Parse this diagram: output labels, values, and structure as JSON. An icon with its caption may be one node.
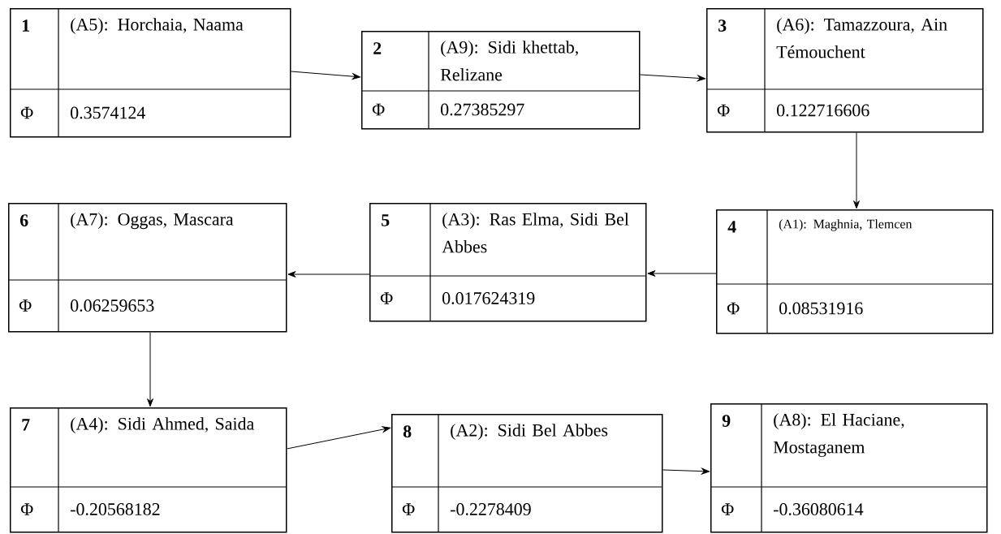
{
  "diagram": {
    "nodes": [
      {
        "text": [
          "1",
          "(A5): Horchaia, Naama",
          "Φ",
          "0.3574124"
        ]
      },
      {
        "text": [
          "2",
          "(A9): Sidi khettab, Relizane",
          "Φ",
          "0.27385297"
        ]
      },
      {
        "text": [
          "3",
          "(A6): Tamazzoura, Ain Témouchent",
          "Φ",
          "0.122716606"
        ]
      },
      {
        "text": [
          "4",
          "(A1): Maghnia, Tlemcen",
          "Φ",
          "0.08531916"
        ]
      },
      {
        "text": [
          "5",
          "(A3): Ras Elma, Sidi Bel Abbes",
          "Φ",
          "0.017624319"
        ]
      },
      {
        "text": [
          "6",
          "(A7): Oggas, Mascara",
          "Φ",
          "0.06259653"
        ]
      },
      {
        "text": [
          "7",
          "(A4): Sidi Ahmed, Saida",
          "Φ",
          "-0.20568182"
        ]
      },
      {
        "text": [
          "8",
          "(A2): Sidi Bel Abbes",
          "Φ",
          "-0.2278409"
        ]
      },
      {
        "text": [
          "9",
          "(A8): El Haciane, Mostaganem",
          "Φ",
          "-0.36080614"
        ]
      }
    ],
    "edges": [
      {
        "from": 0,
        "to": 1,
        "arrow": "to"
      },
      {
        "from": 1,
        "to": 2,
        "arrow": "to"
      },
      {
        "from": 2,
        "to": 3,
        "arrow": "to"
      },
      {
        "from": 3,
        "to": 4,
        "arrow": "to"
      },
      {
        "from": 4,
        "to": 5,
        "arrow": "to"
      },
      {
        "from": 5,
        "to": 6,
        "arrow": "to"
      },
      {
        "from": 6,
        "to": 7,
        "arrow": "to"
      },
      {
        "from": 7,
        "to": 8,
        "arrow": "to"
      }
    ]
  }
}
